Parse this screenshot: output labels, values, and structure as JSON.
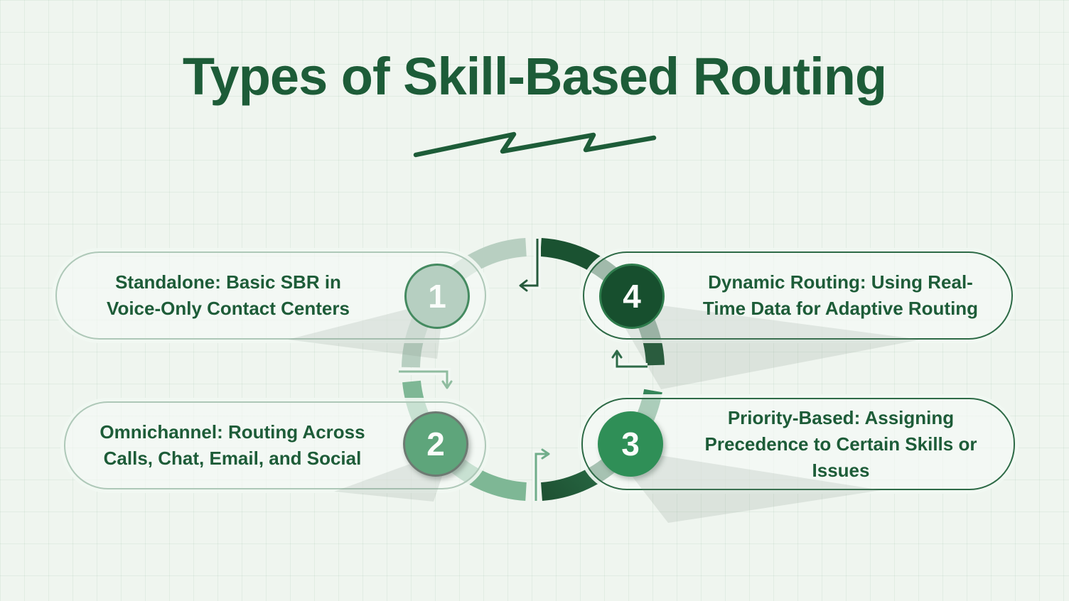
{
  "title": "Types of Skill-Based Routing",
  "items": [
    {
      "number": "1",
      "label": "Standalone: Basic SBR in Voice-Only Contact Centers",
      "lines": [
        "Standalone: Basic SBR in",
        "Voice-Only Contact Centers"
      ]
    },
    {
      "number": "2",
      "label": "Omnichannel: Routing Across Calls, Chat, Email, and Social",
      "lines": [
        "Omnichannel: Routing Across",
        "Calls, Chat, Email, and Social"
      ]
    },
    {
      "number": "3",
      "label": "Priority-Based: Assigning Precedence to Certain Skills or Issues",
      "lines": [
        "Priority-Based: Assigning",
        "Precedence to Certain Skills or",
        "Issues"
      ]
    },
    {
      "number": "4",
      "label": "Dynamic Routing: Using Real-Time Data for Adaptive Routing",
      "lines": [
        "Dynamic Routing: Using Real-",
        "Time Data for Adaptive Routing"
      ]
    }
  ],
  "diagram": {
    "type": "cycle",
    "flow": [
      "1",
      "2",
      "3",
      "4"
    ],
    "colors": {
      "background": "#eff5ef",
      "grid_line": "#dcebe0",
      "title_text": "#1d5c38",
      "body_text": "#1d5c38",
      "arc_step1": "#b8cfc1",
      "arc_step2": "#7eb795",
      "arc_step3_dark_end": "#1e5233",
      "arc_step3_light_end": "#35875a",
      "arc_step4": "#1a5231",
      "circle1_fill": "#b6cfc1",
      "circle2_fill": "#5ea57b",
      "circle3_fill": "#2f8f57",
      "circle4_fill": "#174f2e",
      "number_text": "#ffffff",
      "pill_border_light": "#aec8b8",
      "pill_border_dark": "#2d6a46"
    }
  }
}
